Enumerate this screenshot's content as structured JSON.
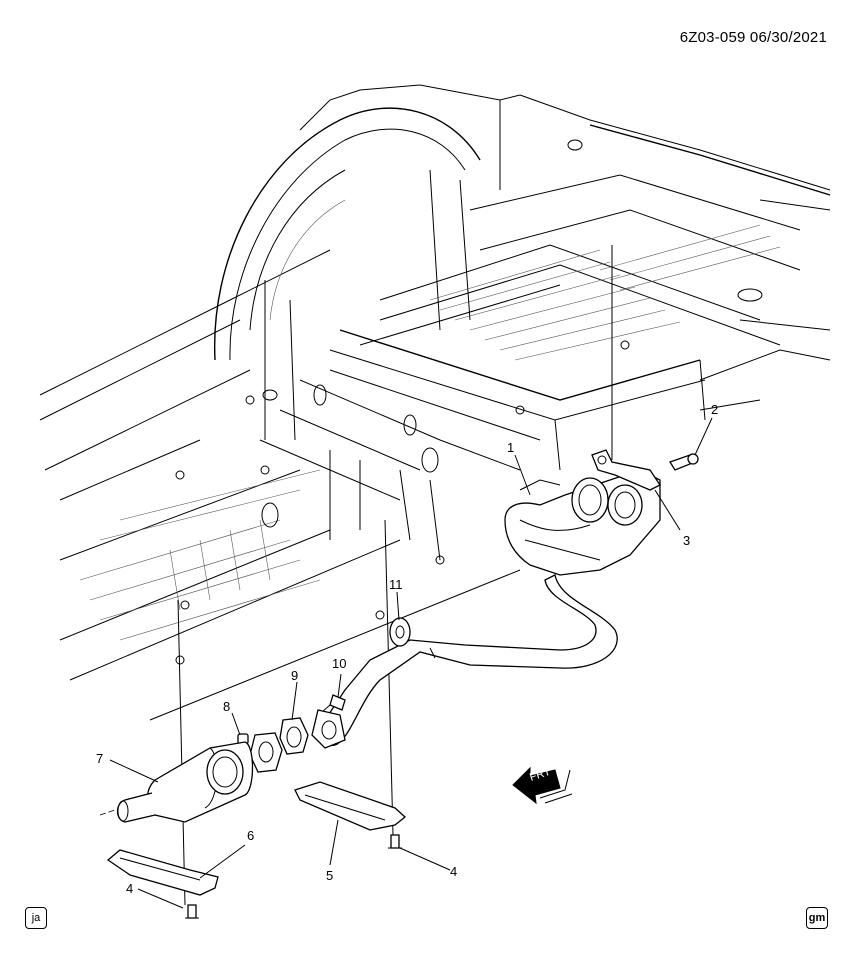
{
  "header": {
    "doc_id": "6Z03-059  06/30/2021"
  },
  "callouts": {
    "c1": "1",
    "c2": "2",
    "c3": "3",
    "c4a": "4",
    "c4b": "4",
    "c5": "5",
    "c6": "6",
    "c7": "7",
    "c8": "8",
    "c9": "9",
    "c10": "10",
    "c11": "11"
  },
  "arrow": {
    "label": "FRT"
  },
  "badges": {
    "left": "ja",
    "right": "gm"
  }
}
